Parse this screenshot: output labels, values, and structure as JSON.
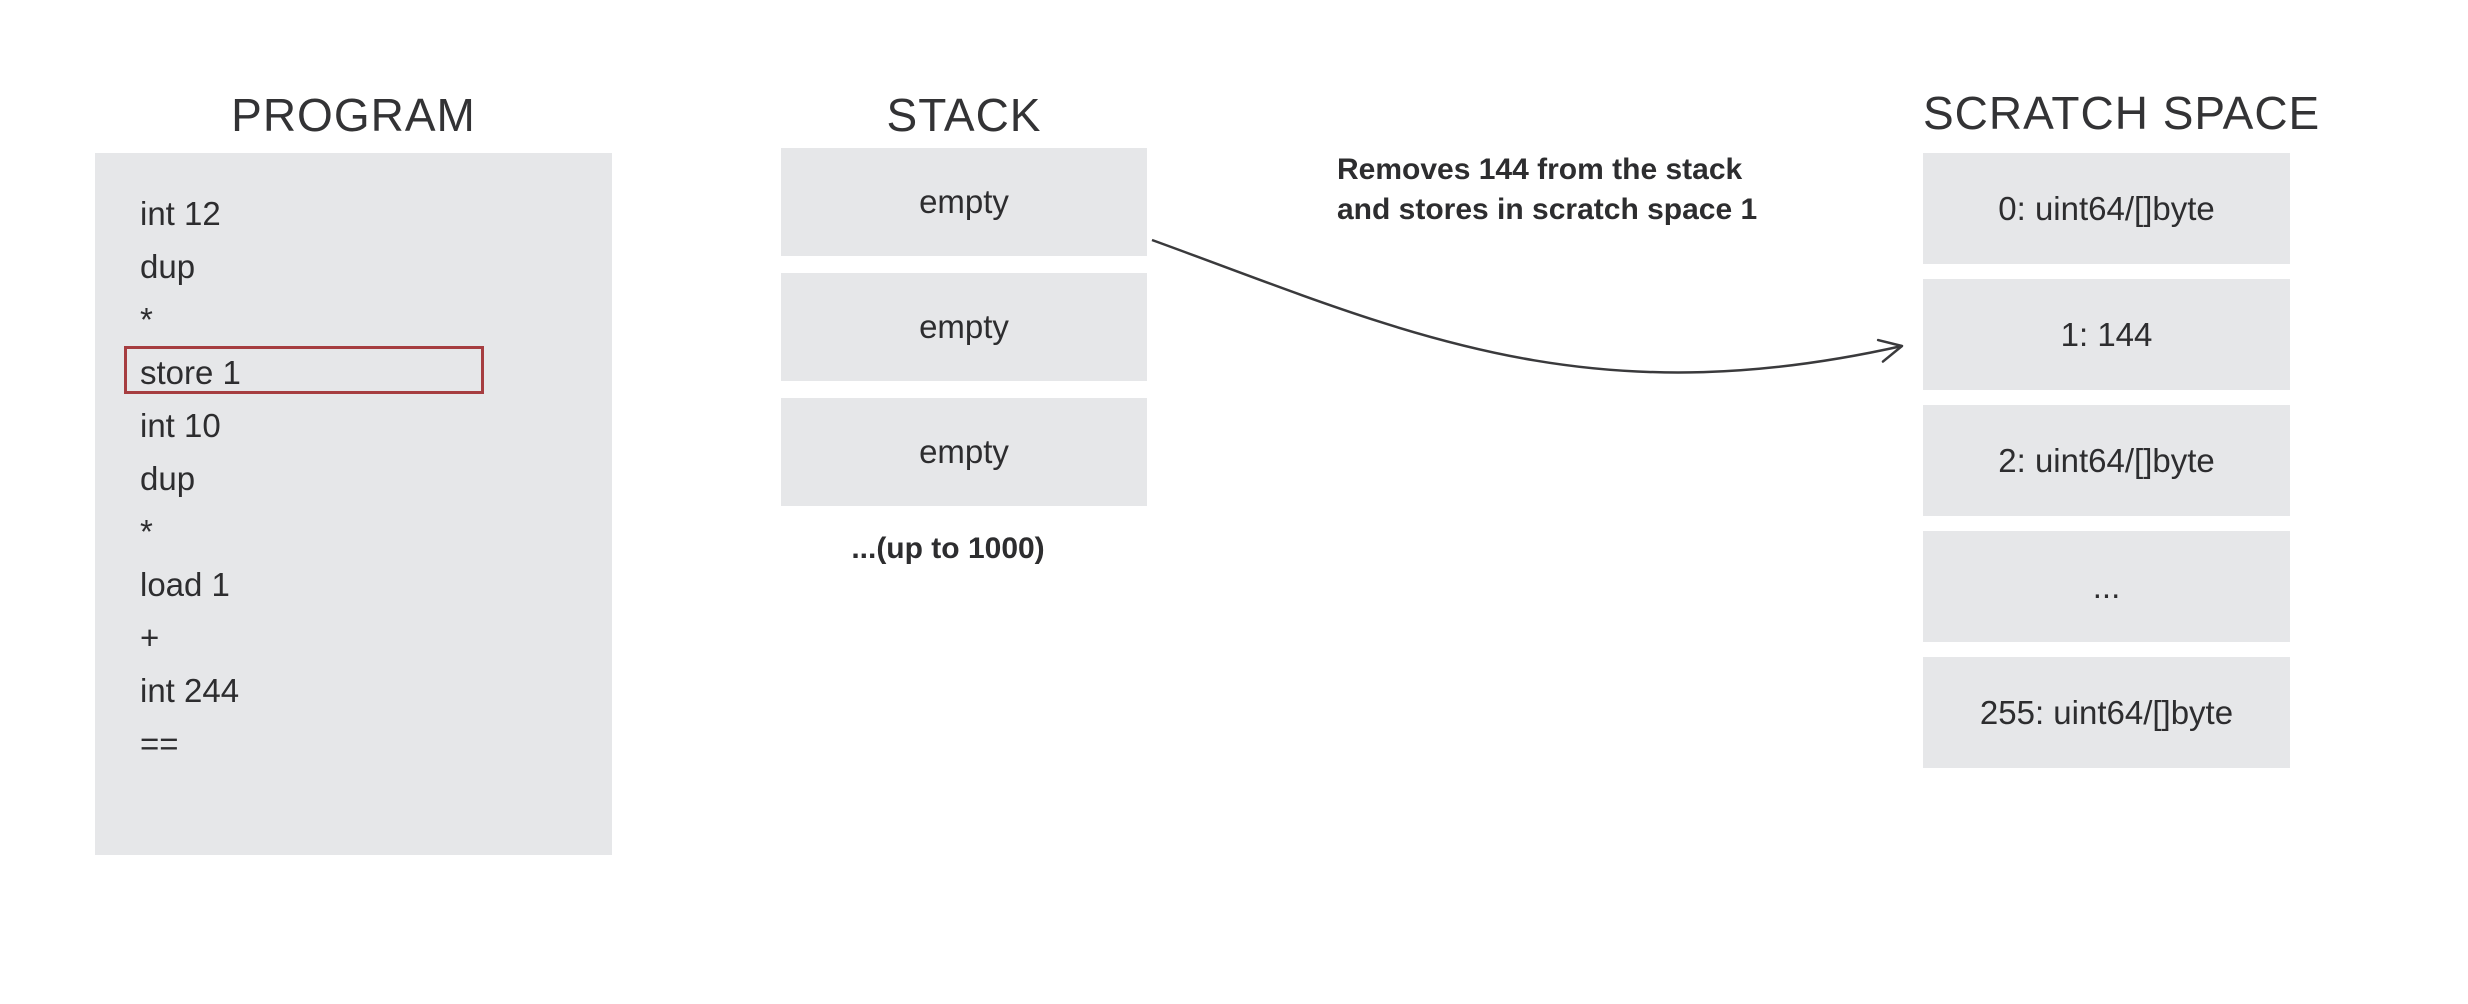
{
  "program": {
    "title": "PROGRAM",
    "lines": [
      {
        "text": "int 12",
        "highlighted": false
      },
      {
        "text": "dup",
        "highlighted": false
      },
      {
        "text": "*",
        "highlighted": false
      },
      {
        "text": "store 1",
        "highlighted": true
      },
      {
        "text": "int 10",
        "highlighted": false
      },
      {
        "text": "dup",
        "highlighted": false
      },
      {
        "text": "*",
        "highlighted": false
      },
      {
        "text": "load 1",
        "highlighted": false
      },
      {
        "text": "+",
        "highlighted": false
      },
      {
        "text": "int 244",
        "highlighted": false
      },
      {
        "text": "==",
        "highlighted": false
      }
    ]
  },
  "stack": {
    "title": "STACK",
    "slots": [
      "empty",
      "empty",
      "empty"
    ],
    "caption": "...(up to 1000)"
  },
  "annotation": {
    "line1": "Removes 144 from the stack",
    "line2": "and stores in scratch space 1"
  },
  "scratch": {
    "title": "SCRATCH SPACE",
    "slots": [
      "0: uint64/[]byte",
      "1: 144",
      "2: uint64/[]byte",
      "...",
      "255: uint64/[]byte"
    ]
  },
  "colors": {
    "box_fill": "#e6e7e9",
    "text": "#2d2d2f",
    "title": "#333335",
    "arrow": "#3a3a3c",
    "highlight_border": "#a63d40"
  }
}
